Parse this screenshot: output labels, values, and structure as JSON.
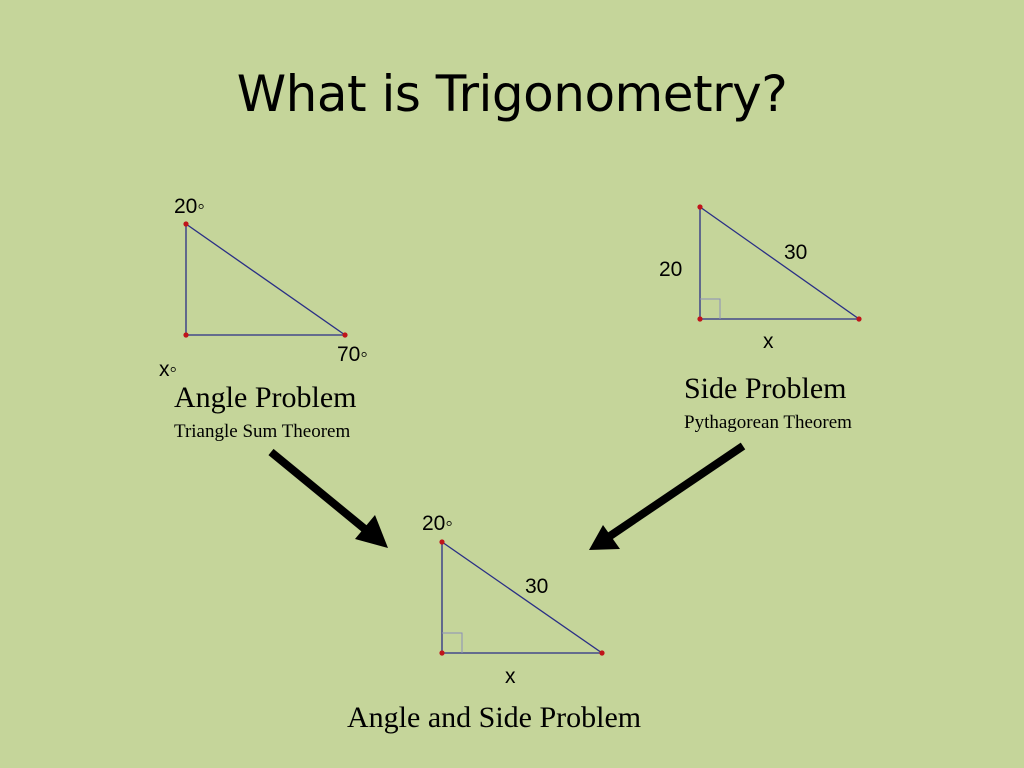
{
  "slide": {
    "title": "What is Trigonometry?",
    "background": "#c5d59a",
    "text_color": "#000000"
  },
  "colors": {
    "triangle_line": "#2a2f86",
    "vertex_dot": "#c0141a",
    "right_angle_mark": "#8c8fb8",
    "arrow": "#000000"
  },
  "triangles": {
    "angle": {
      "caption": "Angle Problem",
      "subcaption": "Triangle Sum Theorem",
      "labels": {
        "top": "20◦",
        "bottom_left": "x◦",
        "bottom_right": "70◦"
      }
    },
    "side": {
      "caption": "Side Problem",
      "subcaption": "Pythagorean Theorem",
      "labels": {
        "left": "20",
        "hypotenuse": "30",
        "bottom": "x"
      }
    },
    "combined": {
      "caption": "Angle and Side Problem",
      "labels": {
        "top": "20◦",
        "hypotenuse": "30",
        "bottom": "x"
      }
    }
  }
}
